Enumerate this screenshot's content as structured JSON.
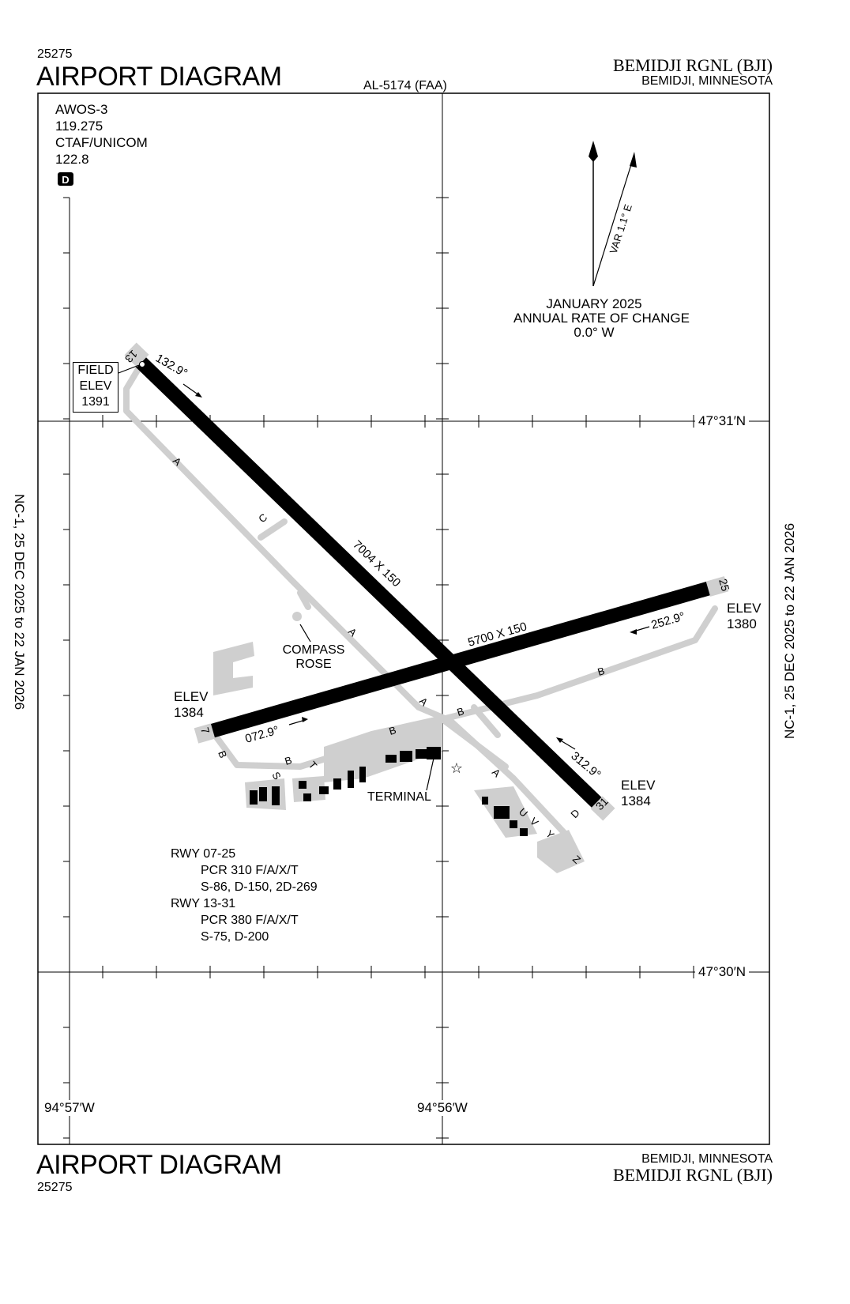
{
  "header": {
    "chart_number": "25275",
    "title": "AIRPORT DIAGRAM",
    "al_number": "AL-5174 (FAA)",
    "airport_name": "BEMIDJI RGNL (BJI)",
    "city_state": "BEMIDJI, MINNESOTA"
  },
  "footer": {
    "chart_number": "25275",
    "title": "AIRPORT DIAGRAM",
    "airport_name": "BEMIDJI RGNL (BJI)",
    "city_state": "BEMIDJI, MINNESOTA"
  },
  "comms": {
    "awos": "AWOS-3",
    "awos_freq": "119.275",
    "ctaf_label": "CTAF/UNICOM",
    "ctaf_freq": "122.8",
    "d_symbol": "D"
  },
  "field_elev": {
    "line1": "FIELD",
    "line2": "ELEV",
    "value": "1391"
  },
  "side_text": {
    "left": "NC-1,  25 DEC 2025  to  22 JAN 2026",
    "right": "NC-1,  25 DEC 2025  to  22 JAN 2026"
  },
  "magvar": {
    "var_label": "VAR 1.1° E",
    "date": "JANUARY 2025",
    "rate_label": "ANNUAL RATE OF CHANGE",
    "rate_value": "0.0° W"
  },
  "coords": {
    "lat_north": "47°31′N",
    "lat_south": "47°30′N",
    "lon_west": "94°57′W",
    "lon_east": "94°56′W"
  },
  "runways": {
    "rwy13_31": {
      "dims": "7004 X 150",
      "end_13": "13",
      "end_31": "31",
      "hdg_13": "132.9°",
      "hdg_31": "312.9°",
      "elev_31_label": "ELEV",
      "elev_31": "1384"
    },
    "rwy07_25": {
      "dims": "5700 X 150",
      "end_7": "7",
      "end_25": "25",
      "hdg_7": "072.9°",
      "hdg_25": "252.9°",
      "elev_7_label": "ELEV",
      "elev_7": "1384",
      "elev_25_label": "ELEV",
      "elev_25": "1380"
    }
  },
  "taxiways": [
    "A",
    "C",
    "A",
    "A",
    "B",
    "B",
    "B",
    "B",
    "S",
    "T",
    "B",
    "A",
    "U",
    "V",
    "Y",
    "D",
    "Z"
  ],
  "labels": {
    "compass_rose": [
      "COMPASS",
      "ROSE"
    ],
    "terminal": "TERMINAL"
  },
  "pcr": [
    "RWY 07-25",
    "PCR 310 F/A/X/T",
    "S-86, D-150, 2D-269",
    "RWY 13-31",
    "PCR 380 F/A/X/T",
    "S-75, D-200"
  ]
}
